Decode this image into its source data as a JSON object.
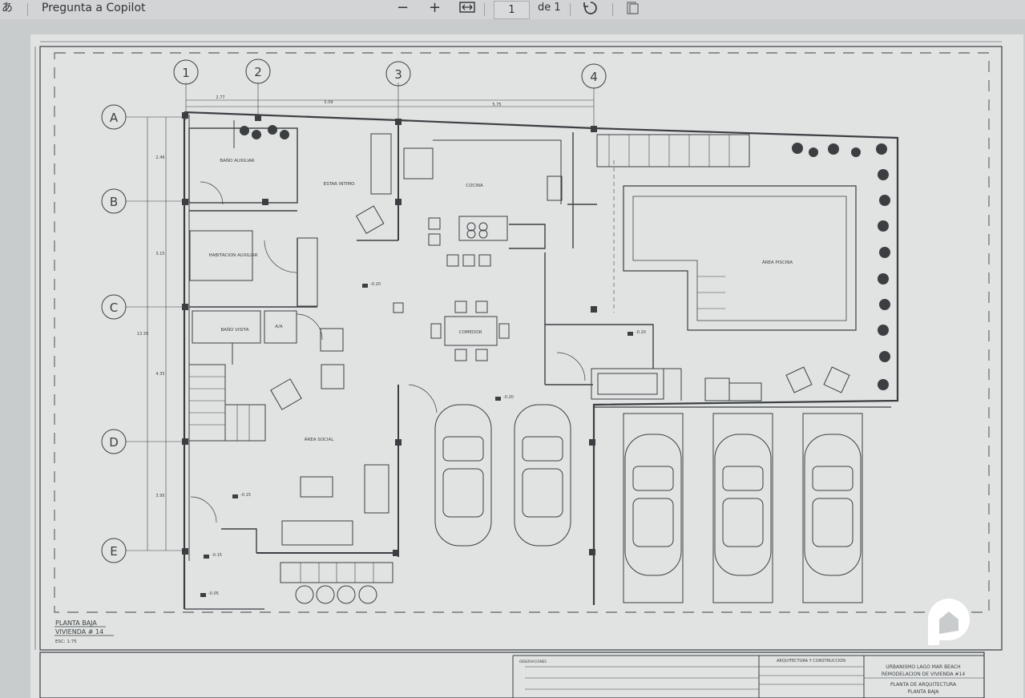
{
  "toolbar": {
    "ime_indicator": "あ",
    "copilot_label": "Pregunta a Copilot",
    "zoom_out_icon": "minus-icon",
    "zoom_in_icon": "plus-icon",
    "fit_icon": "fit-width-icon",
    "page_number": "1",
    "page_total": "de 1",
    "rotate_icon": "rotate-icon",
    "view_icon": "page-view-icon"
  },
  "plan": {
    "column_labels": [
      "1",
      "2",
      "3",
      "4"
    ],
    "row_labels": [
      "A",
      "B",
      "C",
      "D",
      "E"
    ],
    "dimensions": [
      "2.77",
      "5.09",
      "5.75",
      "2.46",
      "3.15",
      "4.35",
      "3.95",
      "13.39"
    ],
    "rooms": {
      "bano_auxiliar": "BAÑO AUXILIAR",
      "estar_intimo": "ESTAR INTIMO",
      "cocina": "COCINA",
      "habitacion_auxiliar": "HABITACION AUXILIAR",
      "area_piscina": "ÁREA PISCINA",
      "bano_visita": "BAÑO VISITA",
      "aa": "A/A",
      "comedor": "COMEDOR",
      "area_social": "ÁREA SOCIAL"
    },
    "levels": [
      "-0.20",
      "-0.20",
      "-0.20",
      "-0.15",
      "-0.15",
      "-0.05"
    ],
    "caption_title": "PLANTA BAJA",
    "caption_sub": "VIVIENDA # 14",
    "caption_scale": "ESC: 1:75"
  },
  "title_block": {
    "observaciones": "OBSERVACIONES",
    "company": "ARQUITECTURA Y CONSTRUCCION",
    "project_line1": "URBANISMO LAGO MAR BEACH",
    "project_line2": "REMODELACION DE VIVIENDA #14",
    "sheet_line1": "PLANTA DE ARQUITECTURA",
    "sheet_line2": "PLANTA BAJA"
  },
  "colors": {
    "line": "#3b3f42",
    "paper": "#e0e3e2",
    "toolbar": "#d2d4d5"
  }
}
